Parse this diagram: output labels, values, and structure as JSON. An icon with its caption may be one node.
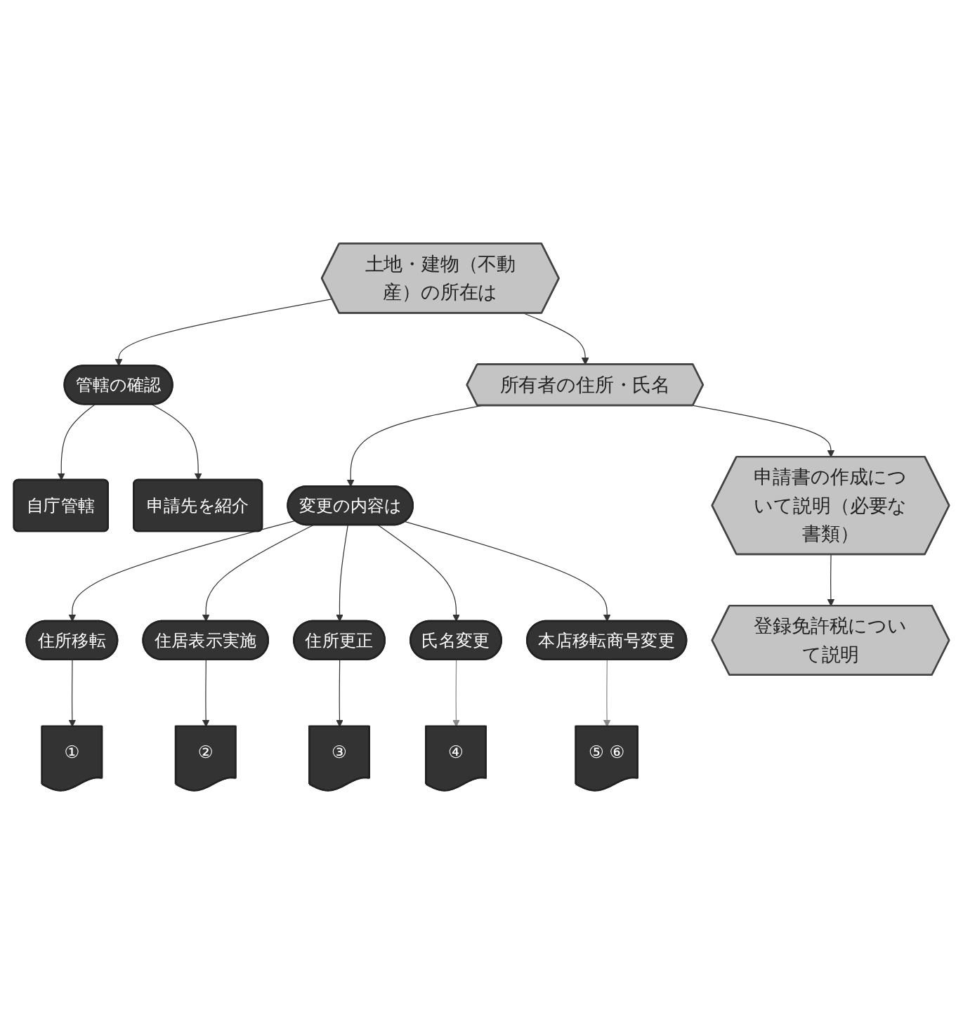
{
  "diagram": {
    "nodes": [
      {
        "text": [
          "土地・建物（不動産）の所在は"
        ]
      },
      {
        "text": [
          "管轄の確認"
        ]
      },
      {
        "text": [
          "自庁管轄"
        ]
      },
      {
        "text": [
          "申請先を紹介"
        ]
      },
      {
        "text": [
          "所有者の住所・氏名"
        ]
      },
      {
        "text": [
          "変更の内容は"
        ]
      },
      {
        "text": [
          "住所移転"
        ]
      },
      {
        "text": [
          "住居表示実施"
        ]
      },
      {
        "text": [
          "住所更正"
        ]
      },
      {
        "text": [
          "氏名変更"
        ]
      },
      {
        "text": [
          "本店移転商号変更"
        ]
      },
      {
        "text": [
          "①"
        ]
      },
      {
        "text": [
          "②"
        ]
      },
      {
        "text": [
          "③"
        ]
      },
      {
        "text": [
          "④"
        ]
      },
      {
        "text": [
          "⑤ ⑥"
        ]
      },
      {
        "text": [
          "申請書の作成について説明（必要な書類）"
        ]
      },
      {
        "text": [
          "登録免許税について説明"
        ]
      }
    ],
    "edges": [
      {
        "from": 0,
        "to": 1,
        "arrow": "to"
      },
      {
        "from": 1,
        "to": 2,
        "arrow": "to"
      },
      {
        "from": 1,
        "to": 3,
        "arrow": "to"
      },
      {
        "from": 0,
        "to": 4,
        "arrow": "to"
      },
      {
        "from": 4,
        "to": 5,
        "arrow": "to"
      },
      {
        "from": 5,
        "to": 6,
        "arrow": "to"
      },
      {
        "from": 5,
        "to": 7,
        "arrow": "to"
      },
      {
        "from": 5,
        "to": 8,
        "arrow": "to"
      },
      {
        "from": 5,
        "to": 9,
        "arrow": "to"
      },
      {
        "from": 5,
        "to": 10,
        "arrow": "to"
      },
      {
        "from": 6,
        "to": 11,
        "arrow": "to"
      },
      {
        "from": 7,
        "to": 12,
        "arrow": "to"
      },
      {
        "from": 8,
        "to": 13,
        "arrow": "to"
      },
      {
        "from": 9,
        "to": 14,
        "arrow": "to",
        "color": "#888888"
      },
      {
        "from": 10,
        "to": 15,
        "arrow": "to",
        "color": "#888888"
      },
      {
        "from": 4,
        "to": 16,
        "arrow": "to"
      },
      {
        "from": 16,
        "to": 17,
        "arrow": "to"
      }
    ]
  }
}
